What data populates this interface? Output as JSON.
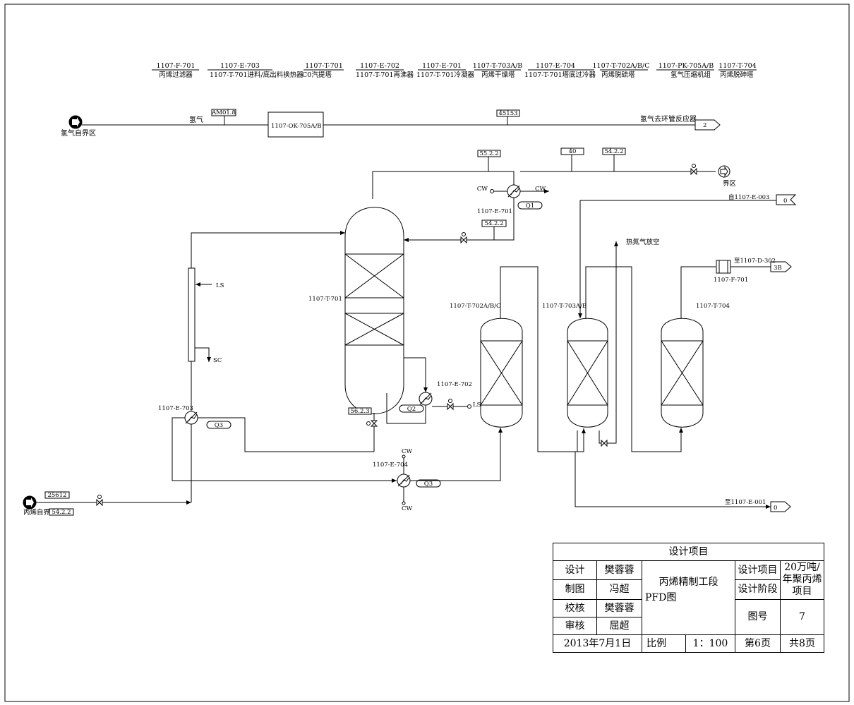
{
  "legend": [
    {
      "tag": "1107-F-701",
      "name": "丙烯过滤器"
    },
    {
      "tag": "1107-E-703",
      "name": "1107-T-701进料/底出料换热器"
    },
    {
      "tag": "1107-T-701",
      "name": "C0汽提塔"
    },
    {
      "tag": "1107-E-702",
      "name": "1107-T-701再沸器"
    },
    {
      "tag": "1107-E-701",
      "name": "1107-T-701冷凝器"
    },
    {
      "tag": "1107-T-703A/B",
      "name": "丙烯干燥塔"
    },
    {
      "tag": "1107-E-704",
      "name": "1107-T-701塔底过冷器"
    },
    {
      "tag": "1107-T-702A/B/C",
      "name": "丙烯脱硫塔"
    },
    {
      "tag": "1107-PK-705A/B",
      "name": "氢气压缩机组"
    },
    {
      "tag": "1107-T-704",
      "name": "丙烯脱砷塔"
    }
  ],
  "streams": {
    "h2_source": "氢气自界区",
    "h2": "氢气",
    "h2_out": "氢气去环管反应器",
    "h2_out_no": "2",
    "boundary": "界区",
    "from_e003": "自1107-E-003",
    "from_e003_no": "0",
    "hot_n2_vent": "热氮气放空",
    "to_d302": "至1107-D-302",
    "to_d302_no": "3B",
    "to_e001": "至1107-E-001",
    "to_e001_no": "0",
    "propylene_source": "丙烯自界区",
    "ls": "LS",
    "sc": "SC",
    "cw": "CW"
  },
  "equipment": {
    "compressor": "1107-OK-705A/B",
    "column": "1107-T-701",
    "condenser": "1107-E-701",
    "reboiler": "1107-E-702",
    "feed_hx": "1107-E-703",
    "subcooler": "1107-E-704",
    "desulf": "1107-T-702A/B/C",
    "dryer": "1107-T-703A/B",
    "dearsenic": "1107-T-704",
    "filter": "1107-F-701"
  },
  "instruments": {
    "i1": "AM01.8",
    "i2": "45153",
    "i3": "55.2.2",
    "i4": "40",
    "i5": "54.2.2",
    "i6": "54.2.2",
    "i7": "56.2.3",
    "i8": "25612",
    "i9": "54.2.2"
  },
  "duties": {
    "q1": "Q1",
    "q2": "Q2",
    "q3a": "Q3",
    "q3b": "Q3"
  },
  "title_block": {
    "header": "设计项目",
    "design": "设计",
    "design_name": "樊蓉蓉",
    "drawing": "制图",
    "drawing_name": "冯超",
    "check": "校核",
    "check_name": "樊蓉蓉",
    "review": "审核",
    "review_name": "屈超",
    "drawing_title": "丙烯精制工段",
    "drawing_type": "PFD图",
    "project_label": "设计项目",
    "project_value": "20万吨/年聚丙烯项目",
    "stage_label": "设计阶段",
    "stage_value": "",
    "number_label": "图号",
    "number_value": "7",
    "date": "2013年7月1日",
    "scale_label": "比例",
    "scale_value": "1：100",
    "page": "第6页",
    "total": "共8页"
  }
}
